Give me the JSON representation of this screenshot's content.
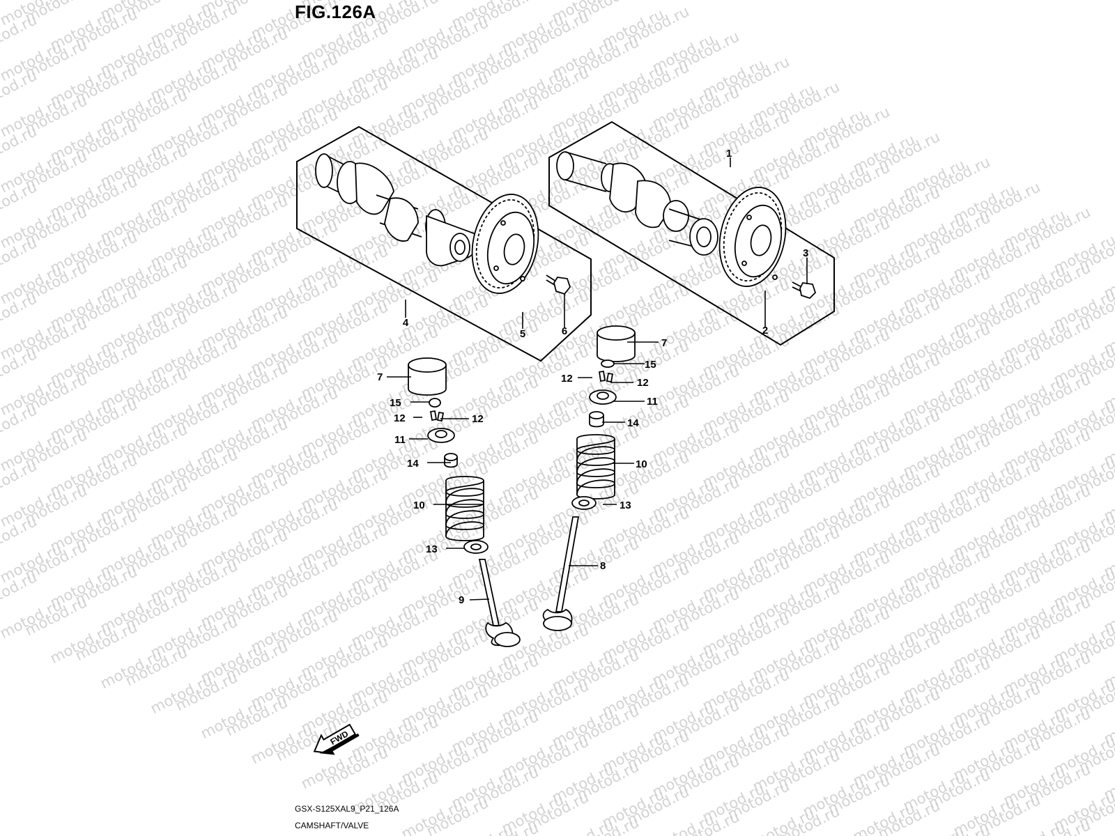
{
  "figure": {
    "title": "FIG.126A",
    "model_code": "GSX-S125XAL9_P21_126A",
    "caption": "CAMSHAFT/VALVE",
    "watermark": "motod.ru",
    "fwd_label": "FWD"
  },
  "callouts": [
    {
      "id": "c1",
      "label": "1"
    },
    {
      "id": "c2",
      "label": "2"
    },
    {
      "id": "c3",
      "label": "3"
    },
    {
      "id": "c4",
      "label": "4"
    },
    {
      "id": "c5",
      "label": "5"
    },
    {
      "id": "c6",
      "label": "6"
    },
    {
      "id": "c7a",
      "label": "7"
    },
    {
      "id": "c7b",
      "label": "7"
    },
    {
      "id": "c8",
      "label": "8"
    },
    {
      "id": "c9",
      "label": "9"
    },
    {
      "id": "c10a",
      "label": "10"
    },
    {
      "id": "c10b",
      "label": "10"
    },
    {
      "id": "c11a",
      "label": "11"
    },
    {
      "id": "c11b",
      "label": "11"
    },
    {
      "id": "c12a",
      "label": "12"
    },
    {
      "id": "c12b",
      "label": "12"
    },
    {
      "id": "c12c",
      "label": "12"
    },
    {
      "id": "c12d",
      "label": "12"
    },
    {
      "id": "c13a",
      "label": "13"
    },
    {
      "id": "c13b",
      "label": "13"
    },
    {
      "id": "c14a",
      "label": "14"
    },
    {
      "id": "c14b",
      "label": "14"
    },
    {
      "id": "c15a",
      "label": "15"
    },
    {
      "id": "c15b",
      "label": "15"
    }
  ]
}
